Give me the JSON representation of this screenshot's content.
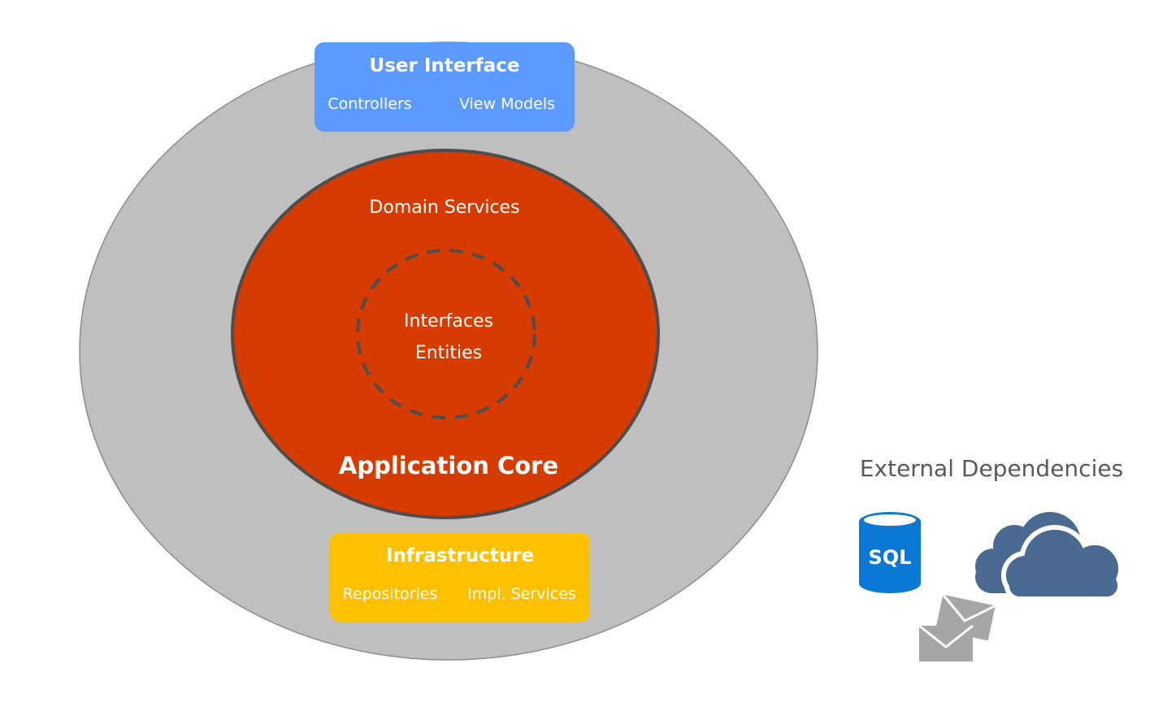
{
  "diagram": {
    "user_interface": {
      "title": "User Interface",
      "items": [
        "Controllers",
        "View Models"
      ],
      "color": "#5b9bff"
    },
    "application_core": {
      "title": "Application Core",
      "domain_services": "Domain Services",
      "inner_lines": [
        "Interfaces",
        "Entities"
      ],
      "color": "#d63b00"
    },
    "infrastructure": {
      "title": "Infrastructure",
      "items": [
        "Repositories",
        "Impl. Services"
      ],
      "color": "#ffc000"
    },
    "outer_color": "#bfbfbf",
    "external": {
      "label": "External Dependencies",
      "sql_label": "SQL",
      "icons": [
        "database-icon",
        "cloud-icon",
        "mail-icon"
      ]
    }
  }
}
